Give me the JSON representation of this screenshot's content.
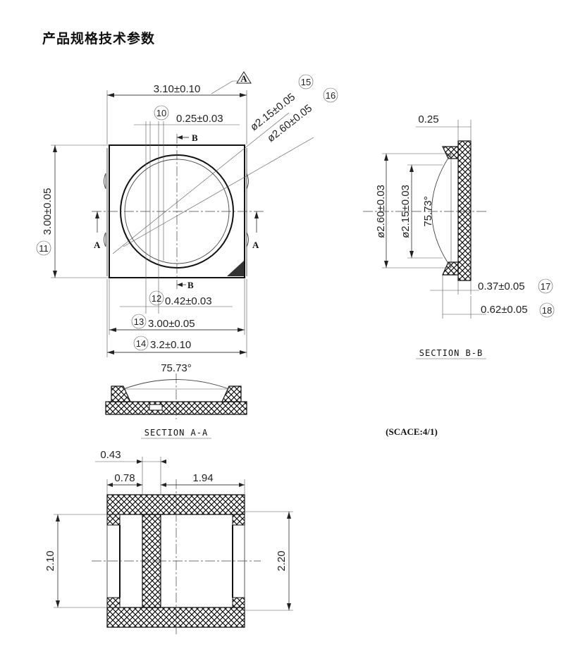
{
  "page": {
    "title": "产品规格技术参数"
  },
  "top_view": {
    "datum_label": "A",
    "width_dim": "3.10±0.10",
    "dims": [
      {
        "id": "10",
        "text": "0.25±0.03"
      },
      {
        "id": "11",
        "text": "3.00±0.05"
      },
      {
        "id": "12",
        "text": "0.42±0.03"
      },
      {
        "id": "13",
        "text": "3.00±0.05"
      },
      {
        "id": "14",
        "text": "3.2±0.10"
      },
      {
        "id": "15",
        "text": "ø2.15±0.05"
      },
      {
        "id": "16",
        "text": "ø2.60±0.05"
      }
    ],
    "section_marks": {
      "b": "B",
      "a": "A"
    }
  },
  "section_bb": {
    "title": "SECTION B-B",
    "top_dim": "0.25",
    "dims": [
      {
        "text": "ø2.60±0.03"
      },
      {
        "text": "ø2.15±0.03"
      },
      {
        "text": "75.73°"
      },
      {
        "id": "17",
        "text": "0.37±0.05"
      },
      {
        "id": "18",
        "text": "0.62±0.05"
      }
    ]
  },
  "section_aa": {
    "title": "SECTION A-A",
    "angle": "75.73°"
  },
  "scale_note": "(SCACE:4/1)",
  "bottom_view": {
    "dims": [
      "0.43",
      "0.78",
      "1.94",
      "2.10",
      "2.20"
    ]
  }
}
